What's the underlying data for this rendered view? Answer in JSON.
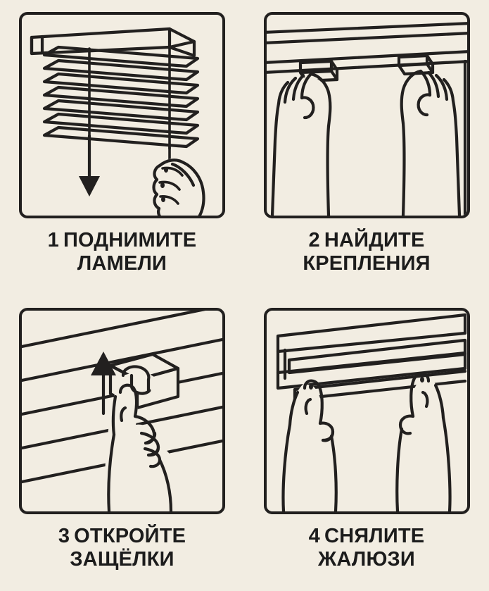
{
  "poster": {
    "background_color": "#f2ede2",
    "ink_color": "#22201f",
    "text_color": "#1c1c1c",
    "topic": "Removing horizontal window blinds",
    "step_count": 4
  },
  "steps": [
    {
      "number": "1",
      "caption_line_1": "ПОДНИМИТЕ",
      "caption_line_2": "ЛАМЕЛИ",
      "illustration": "venetian-blind-with-hand-pulling-cord",
      "arrow_direction": "down"
    },
    {
      "number": "2",
      "caption_line_1": "НАЙДИТЕ",
      "caption_line_2": "КРЕПЛЕНИЯ",
      "illustration": "two-hands-touching-headrail-brackets",
      "arrow_direction": "none"
    },
    {
      "number": "3",
      "caption_line_1": "ОТКРОЙТЕ",
      "caption_line_2": "ЗАЩЁЛКИ",
      "illustration": "hand-opening-bracket-latch",
      "arrow_direction": "up"
    },
    {
      "number": "4",
      "caption_line_1": "СНЯЛИТЕ",
      "caption_line_2": "ЖАЛЮЗИ",
      "illustration": "two-hands-lifting-blind-off-brackets",
      "arrow_direction": "none"
    }
  ]
}
